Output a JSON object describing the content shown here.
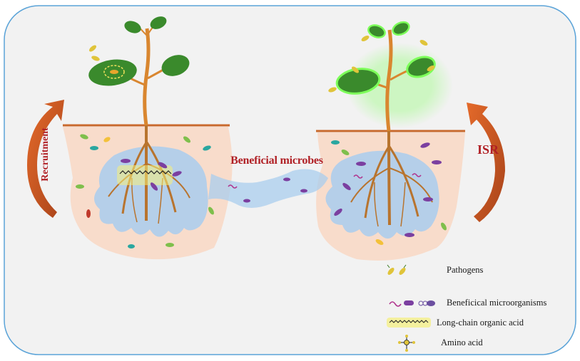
{
  "labels": {
    "center": "Beneficial microbes",
    "right_arrow": "ISR",
    "left_arrow": "Recruitment"
  },
  "legend": {
    "pathogens": "Pathogens",
    "beneficial": "Beneficical microorganisms",
    "acid": "Long-chain organic acid",
    "amino": "Amino acid"
  },
  "colors": {
    "frame": "#5aa3d8",
    "soil": "#f8dccb",
    "rhizosphere": "#a9cdee",
    "stem": "#d9862f",
    "leaf": "#3a8a2c",
    "arrow": "#c95a1c",
    "label_red": "#b01f24"
  }
}
